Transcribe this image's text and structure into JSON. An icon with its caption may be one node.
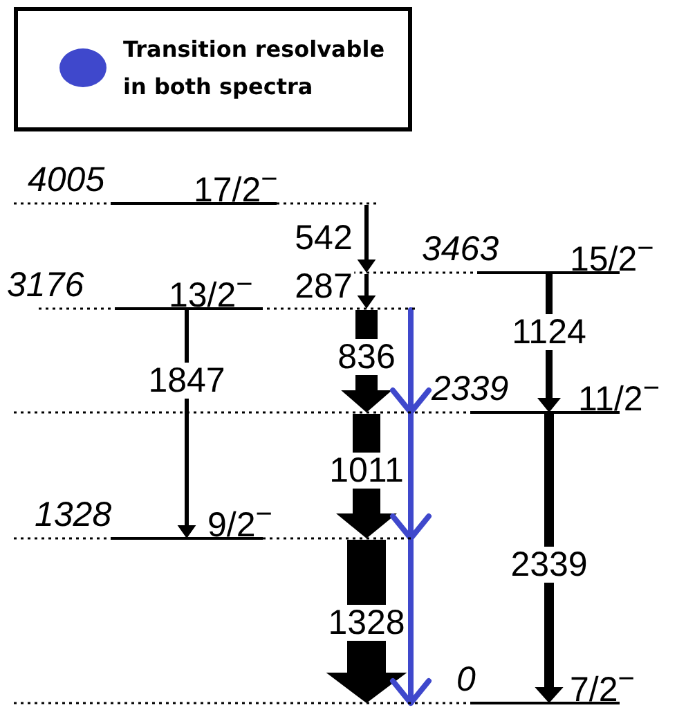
{
  "diagram": {
    "nodes": [
      {
        "text": [
          "4005",
          "17/2$^{−}$"
        ]
      },
      {
        "text": [
          "3463",
          "15/2$^{−}$"
        ]
      },
      {
        "text": [
          "3176",
          "13/2$^{−}$"
        ]
      },
      {
        "text": [
          "2339",
          "11/2$^{−}$"
        ]
      },
      {
        "text": [
          "1328",
          "9/2$^{−}$"
        ]
      },
      {
        "text": [
          "0",
          "7/2$^{−}$"
        ]
      }
    ],
    "edges": [
      {
        "from": 0,
        "to": 1,
        "arrow": "to",
        "label": "542"
      },
      {
        "from": 1,
        "to": 2,
        "arrow": "to",
        "label": "287"
      },
      {
        "from": 1,
        "to": 3,
        "arrow": "to",
        "label": "1124"
      },
      {
        "from": 2,
        "to": 3,
        "arrow": "to",
        "label": "836",
        "style": "thick"
      },
      {
        "from": 2,
        "to": 4,
        "arrow": "to",
        "label": "1847"
      },
      {
        "from": 3,
        "to": 4,
        "arrow": "to",
        "label": "1011",
        "style": "thick"
      },
      {
        "from": 3,
        "to": 5,
        "arrow": "to",
        "label": "2339",
        "style": "thick"
      },
      {
        "from": 4,
        "to": 5,
        "arrow": "to",
        "label": "1328",
        "style": "thick"
      },
      {
        "from": 2,
        "to": 3,
        "arrow": "to",
        "color": "#3f48cc"
      },
      {
        "from": 3,
        "to": 4,
        "arrow": "to",
        "color": "#3f48cc"
      },
      {
        "from": 4,
        "to": 5,
        "arrow": "to",
        "color": "#3f48cc"
      }
    ],
    "legend": [
      {
        "text": "Transition resolvable in both spectra",
        "color": "#3f48cc"
      }
    ]
  }
}
